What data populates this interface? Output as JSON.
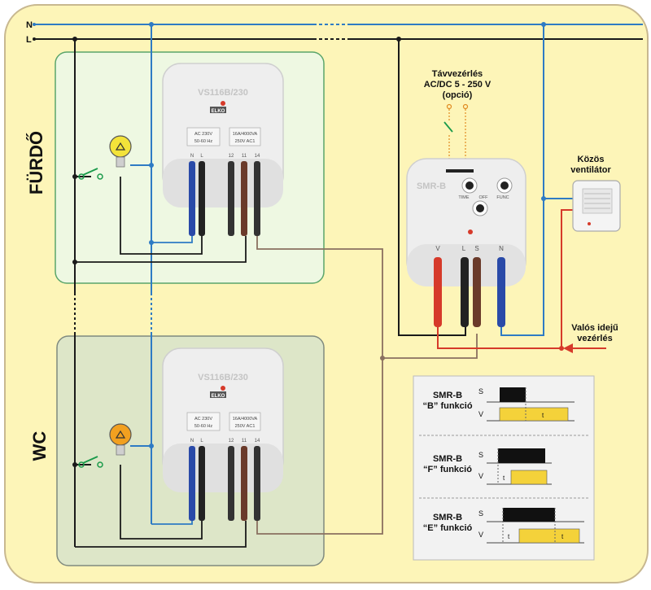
{
  "colors": {
    "background": "#fdf5b8",
    "neutral": "#2e7bc4",
    "live": "#1a1a1a",
    "red_wire": "#d63a2a",
    "brown_wire": "#7a4a36",
    "bath_zone": "#eef8e2",
    "wc_zone": "#dde6c8",
    "legend_bar": "#f4d23a"
  },
  "lines": {
    "n_label": "N",
    "l_label": "L"
  },
  "rooms": {
    "bathroom": "FÜRDŐ",
    "wc": "WC"
  },
  "relay_top": {
    "model": "VS116B/230",
    "brand": "ELKO",
    "spec_left": [
      "AC 230V",
      "50-60 Hz"
    ],
    "spec_right": [
      "16A/4000VA",
      "250V AC1"
    ],
    "terminals": [
      "N",
      "L",
      "12",
      "11",
      "14"
    ]
  },
  "relay_bottom": {
    "model": "VS116B/230",
    "brand": "ELKO",
    "spec_left": [
      "AC 230V",
      "50-60 Hz"
    ],
    "spec_right": [
      "16A/4000VA",
      "250V AC1"
    ],
    "terminals": [
      "N",
      "L",
      "12",
      "11",
      "14"
    ]
  },
  "remote": {
    "line1": "Távvezérlés",
    "line2": "AC/DC 5 - 250 V",
    "line3": "(opció)"
  },
  "smr": {
    "name": "SMR-B",
    "knob_labels": [
      "TIME",
      "OFF",
      "FUNC"
    ],
    "terminals": [
      "V",
      "L",
      "S",
      "N"
    ]
  },
  "fan": {
    "line1": "Közös",
    "line2": "ventilátor"
  },
  "realtime": {
    "line1": "Valós idejű",
    "line2": "vezérlés"
  },
  "legend": [
    {
      "title1": "SMR-B",
      "title2": "“B” funkció",
      "s": "S",
      "v": "V",
      "t": "t",
      "mode": "B"
    },
    {
      "title1": "SMR-B",
      "title2": "“F” funkció",
      "s": "S",
      "v": "V",
      "t": "t",
      "mode": "F"
    },
    {
      "title1": "SMR-B",
      "title2": "“E” funkció",
      "s": "S",
      "v": "V",
      "t": "t",
      "mode": "E"
    }
  ]
}
